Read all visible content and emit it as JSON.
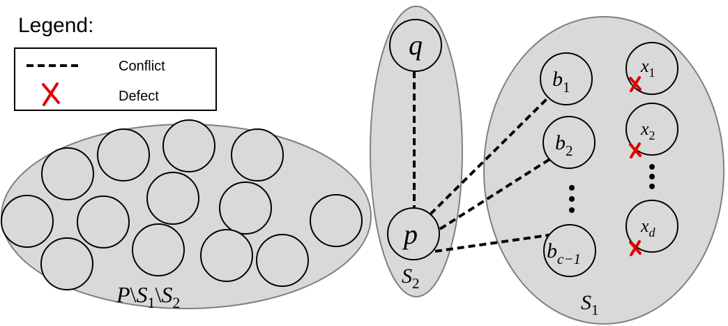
{
  "legend": {
    "title": "Legend:",
    "conflict_label": "Conflict",
    "defect_label": "Defect"
  },
  "nodes": {
    "q": "q",
    "p": "p",
    "b1": {
      "base": "b",
      "sub": "1"
    },
    "b2": {
      "base": "b",
      "sub": "2"
    },
    "bc1": {
      "base": "b",
      "sub": "c−1"
    },
    "x1": {
      "base": "x",
      "sub": "1"
    },
    "x2": {
      "base": "x",
      "sub": "2"
    },
    "xd": {
      "base": "x",
      "sub": "d"
    }
  },
  "sets": {
    "s1": {
      "base": "S",
      "sub": "1"
    },
    "s2": {
      "base": "S",
      "sub": "2"
    },
    "rest": {
      "p": "P",
      "sep": "\\",
      "s": "S",
      "sub1": "1",
      "sub2": "2"
    }
  },
  "colors": {
    "set_fill": "#d9d9d9",
    "set_stroke": "#7f7f7f",
    "defect": "#e00000"
  },
  "icons": {
    "defect": "red-x-mark-icon",
    "conflict": "dashed-line-icon"
  }
}
